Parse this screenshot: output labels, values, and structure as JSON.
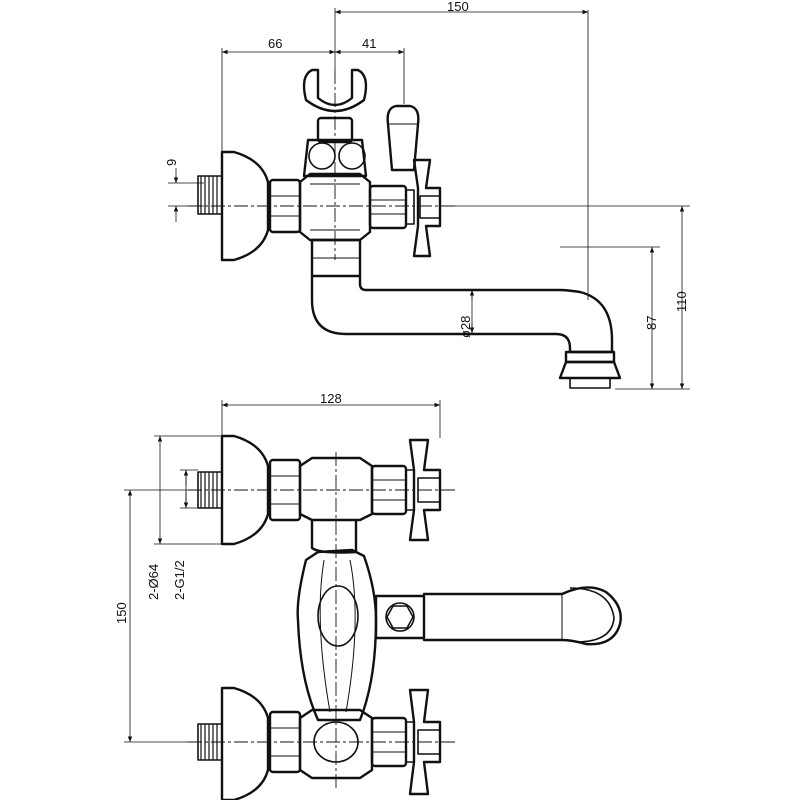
{
  "dimensions": {
    "top_150": "150",
    "top_66": "66",
    "top_41": "41",
    "side_9": "9",
    "pipe_28": "ø28",
    "side_87": "87",
    "side_110": "110",
    "bottom_128": "128",
    "bottom_150": "150",
    "bottom_d64": "2-Ø64",
    "bottom_g12": "2-G1/2"
  }
}
